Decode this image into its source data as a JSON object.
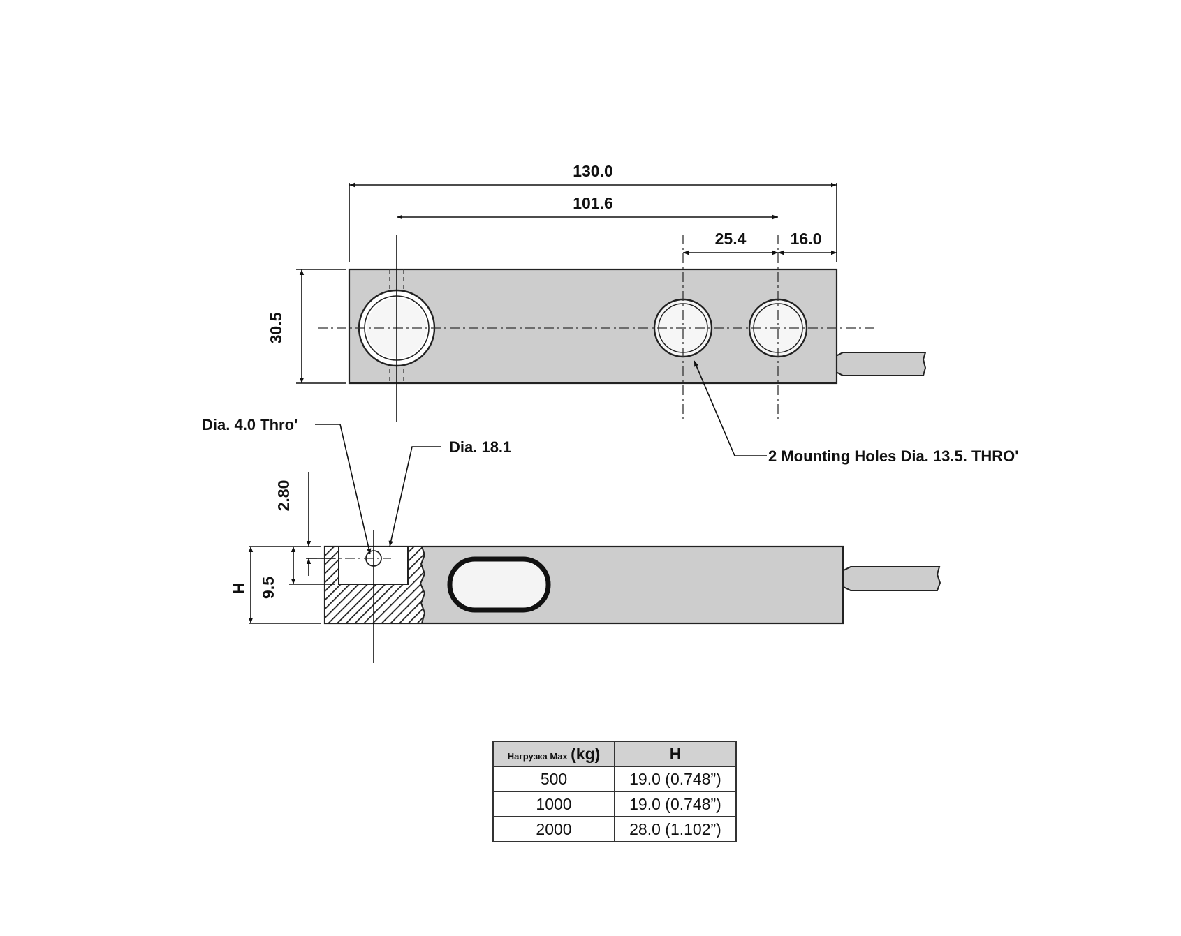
{
  "dimensions": {
    "overall_length": "130.0",
    "hole_spacing": "101.6",
    "mount_pitch": "25.4",
    "end_offset": "16.0",
    "width": "30.5",
    "depth_small": "2.80",
    "depth_pocket": "9.5",
    "height_label": "H"
  },
  "callouts": {
    "small_hole": "Dia. 4.0 Thro'",
    "load_hole": "Dia. 18.1",
    "mounting_holes": "2 Mounting Holes Dia. 13.5. THRO'"
  },
  "table": {
    "header_load_prefix": "Нагрузка Max",
    "header_load_unit": "(kg)",
    "header_h": "H",
    "rows": [
      {
        "load": "500",
        "h": "19.0 (0.748”)"
      },
      {
        "load": "1000",
        "h": "19.0 (0.748”)"
      },
      {
        "load": "2000",
        "h": "28.0 (1.102”)"
      }
    ]
  },
  "colors": {
    "body": "#cdcdcd",
    "line": "#111111",
    "table_header": "#d2d2d2"
  }
}
